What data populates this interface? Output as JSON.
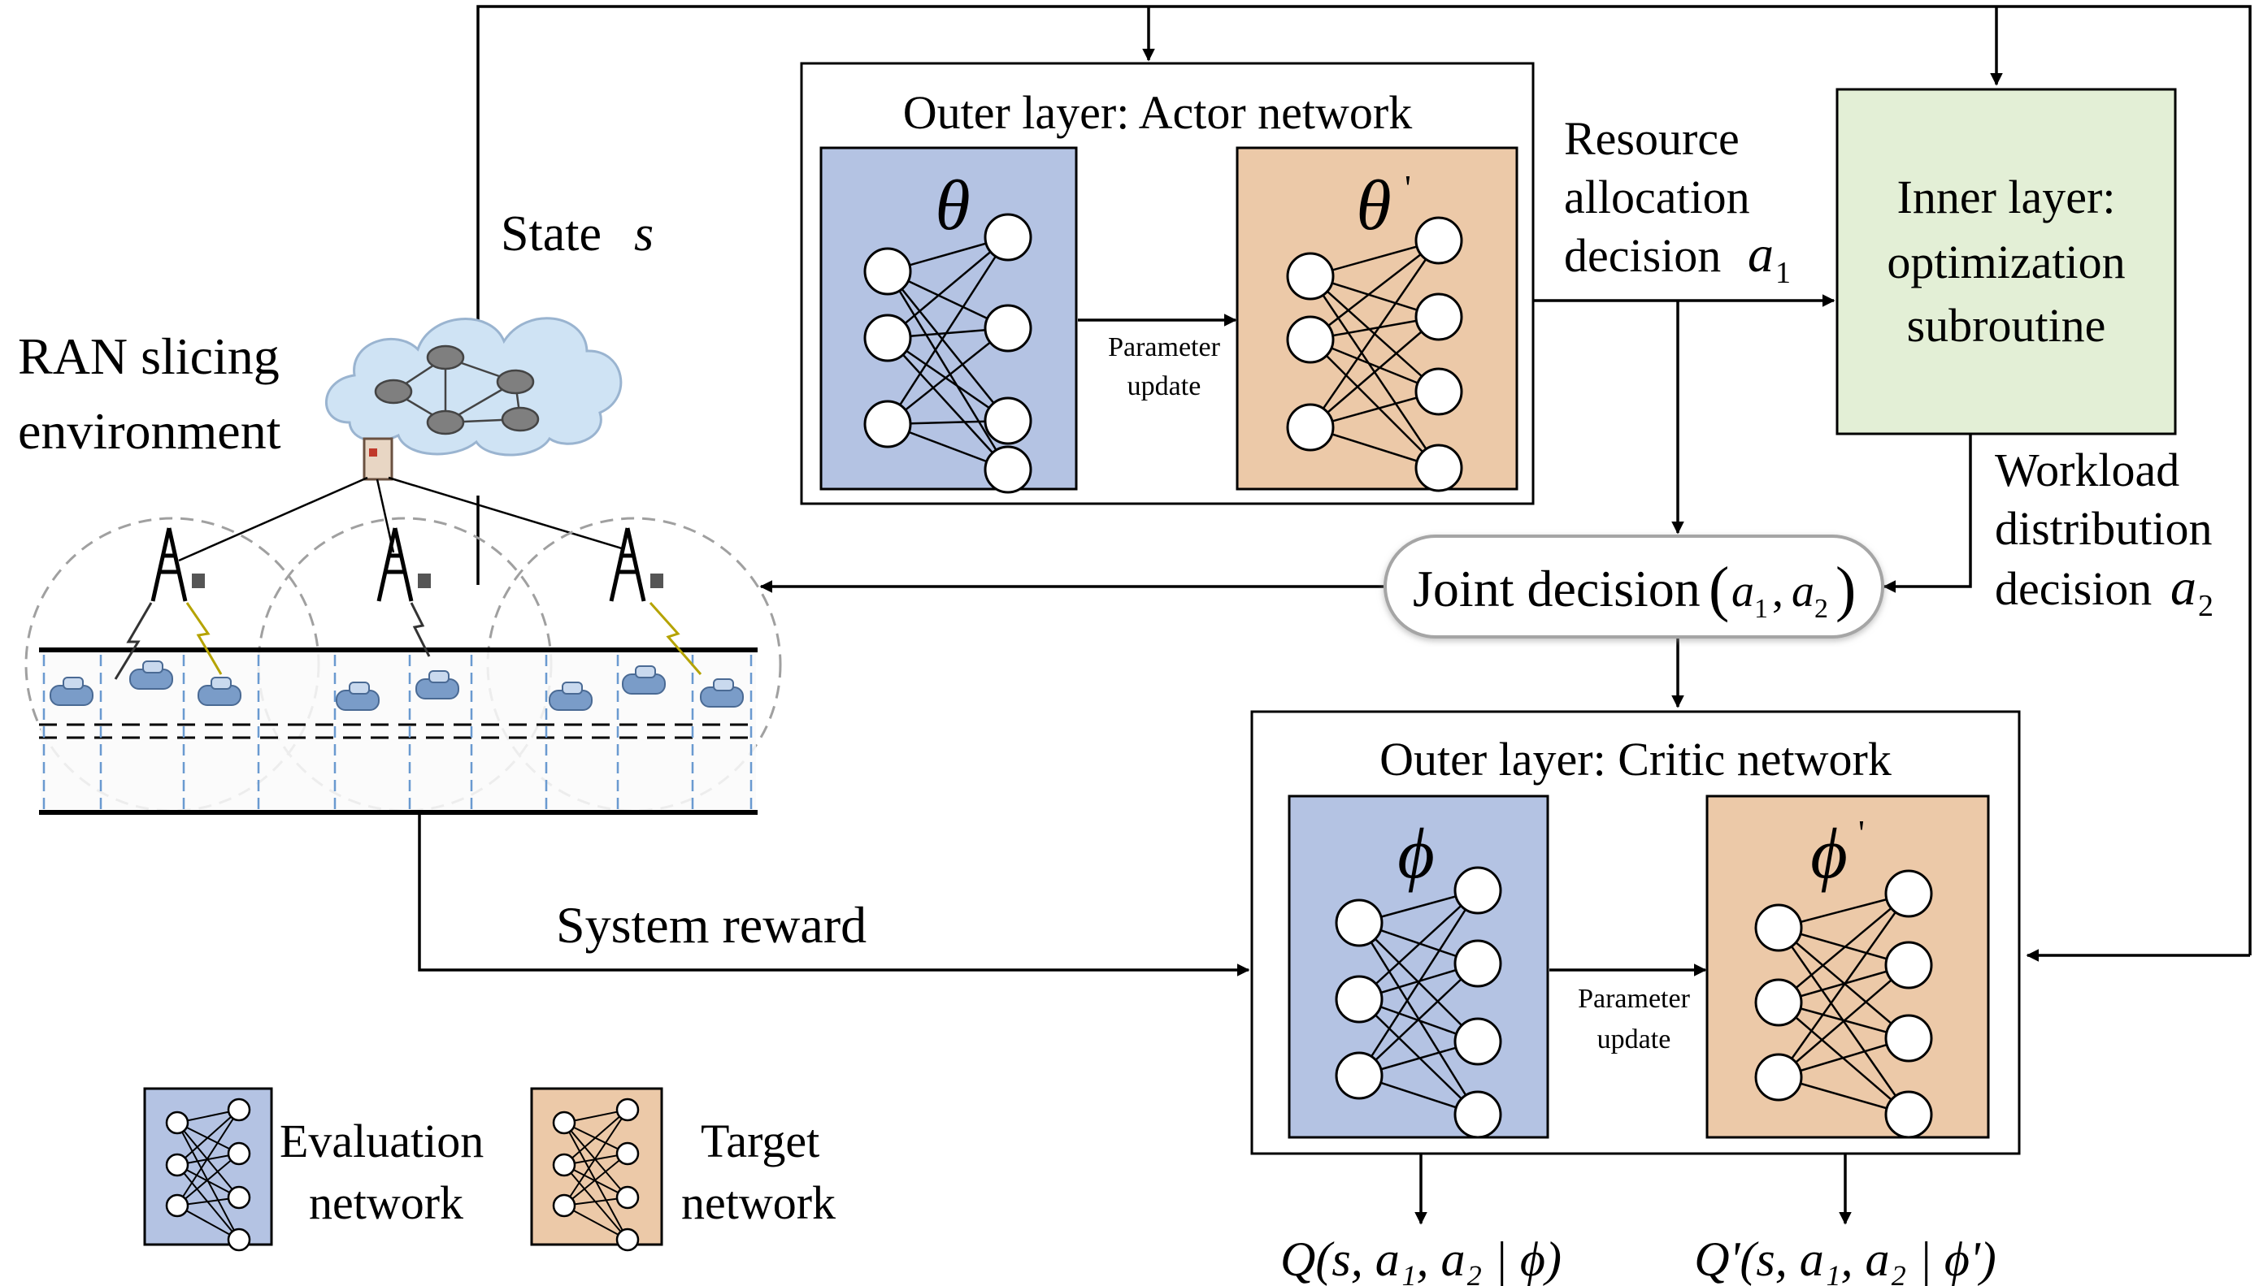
{
  "colors": {
    "evaluation_fill": "#b4c3e3",
    "target_fill": "#ecc9a8",
    "inner_fill": "#e3efd6",
    "cloud_fill": "#cfe3f4",
    "car_fill": "#7a9cc8",
    "lane_dash": "#6a9ad0"
  },
  "labels": {
    "state": "State",
    "state_var": "s",
    "env_line1": "RAN slicing",
    "env_line2": "environment",
    "actor_title": "Outer layer: Actor network",
    "critic_title": "Outer layer: Critic network",
    "theta": "θ",
    "theta_prime": "θ",
    "phi": "ϕ",
    "phi_prime": "ϕ",
    "prime": "'",
    "param_update_1": "Parameter",
    "param_update_2": "update",
    "resource_1": "Resource",
    "resource_2": "allocation",
    "resource_3": "decision",
    "a1_sym": "a",
    "a1_sub": "1",
    "inner_1": "Inner layer:",
    "inner_2": "optimization",
    "inner_3": "subroutine",
    "workload_1": "Workload",
    "workload_2": "distribution",
    "workload_3": "decision",
    "a2_sym": "a",
    "a2_sub": "2",
    "joint": "Joint decision",
    "reward": "System reward",
    "q_output": "Q(s, a₁, a₂ | ϕ)",
    "q_target_output": "Q'(s, a₁, a₂ | ϕ')",
    "legend_eval_1": "Evaluation",
    "legend_eval_2": "network",
    "legend_target_1": "Target",
    "legend_target_2": "network"
  }
}
